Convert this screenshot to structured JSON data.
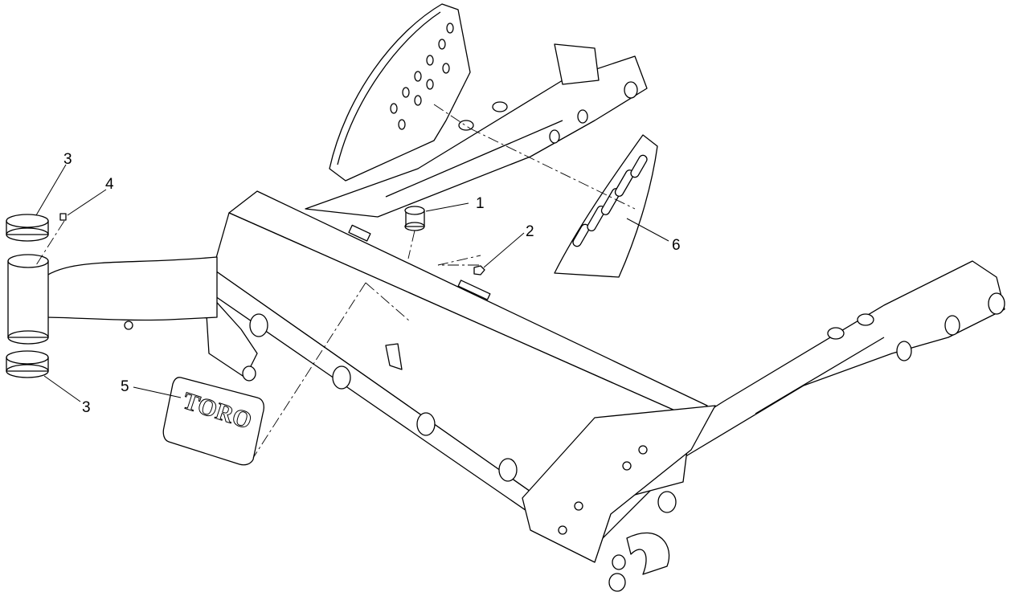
{
  "diagram": {
    "callouts": [
      {
        "label": "1"
      },
      {
        "label": "2"
      },
      {
        "label": "3"
      },
      {
        "label": "3"
      },
      {
        "label": "4"
      },
      {
        "label": "5"
      },
      {
        "label": "6"
      }
    ],
    "decal_logo_text": "TORO"
  }
}
